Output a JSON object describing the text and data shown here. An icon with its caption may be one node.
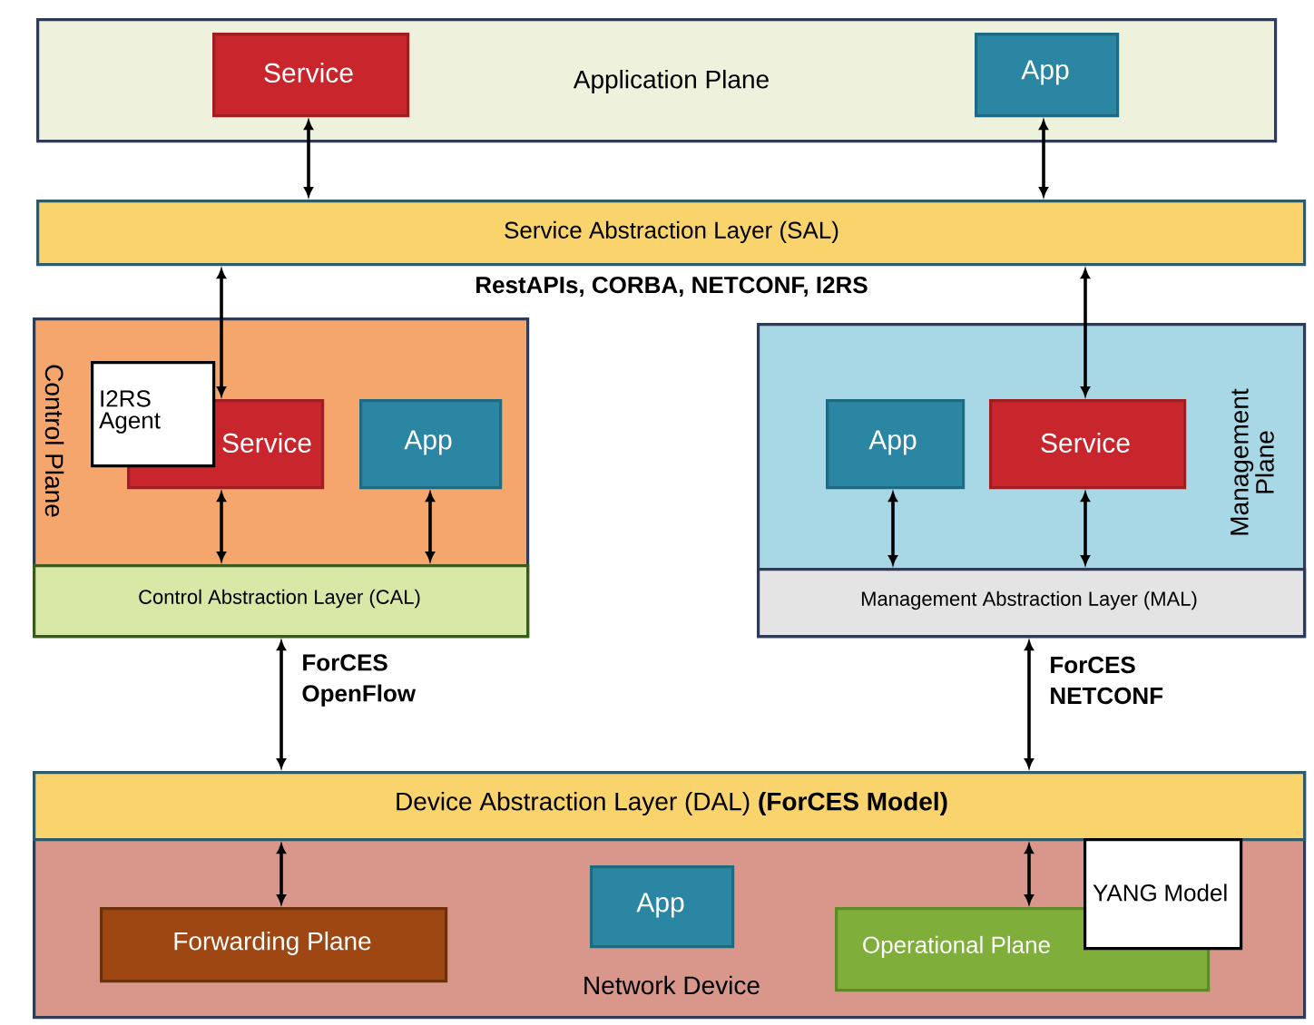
{
  "diagram": {
    "nodes": [
      {
        "text": [
          "Application Plane"
        ]
      },
      {
        "text": [
          "Service"
        ],
        "in": 0
      },
      {
        "text": [
          "App"
        ],
        "in": 0
      },
      {
        "text": [
          "Service Abstraction Layer (SAL)"
        ]
      },
      {
        "text": [
          "Control Plane"
        ]
      },
      {
        "text": [
          "I2RS Agent"
        ],
        "in": 4
      },
      {
        "text": [
          "Service"
        ],
        "in": 4
      },
      {
        "text": [
          "App"
        ],
        "in": 4
      },
      {
        "text": [
          "Control Abstraction Layer (CAL)"
        ],
        "in": 4
      },
      {
        "text": [
          "Management Plane"
        ]
      },
      {
        "text": [
          "App"
        ],
        "in": 9
      },
      {
        "text": [
          "Service"
        ],
        "in": 9
      },
      {
        "text": [
          "Management Abstraction Layer (MAL)"
        ],
        "in": 9
      },
      {
        "text": [
          "Network Device"
        ]
      },
      {
        "text": [
          "Device Abstraction Layer (DAL) **(ForCES Model)**"
        ],
        "in": 13
      },
      {
        "text": [
          "Forwarding Plane"
        ],
        "in": 13
      },
      {
        "text": [
          "App"
        ],
        "in": 13
      },
      {
        "text": [
          "Operational Plane"
        ],
        "in": 13
      },
      {
        "text": [
          "YANG Model"
        ],
        "in": 13
      }
    ],
    "edges": [
      {
        "from": 1,
        "to": 3,
        "arrow": "both"
      },
      {
        "from": 2,
        "to": 3,
        "arrow": "both"
      },
      {
        "from": 3,
        "to": 6,
        "arrow": "both"
      },
      {
        "from": 3,
        "to": 11,
        "arrow": "both"
      },
      {
        "from": 6,
        "to": 8,
        "arrow": "both"
      },
      {
        "from": 7,
        "to": 8,
        "arrow": "both"
      },
      {
        "from": 10,
        "to": 12,
        "arrow": "both"
      },
      {
        "from": 11,
        "to": 12,
        "arrow": "both"
      },
      {
        "from": 8,
        "to": 14,
        "arrow": "both",
        "label": "ForCES OpenFlow"
      },
      {
        "from": 12,
        "to": 14,
        "arrow": "both",
        "label": "ForCES NETCONF"
      },
      {
        "from": 14,
        "to": 15,
        "arrow": "both"
      },
      {
        "from": 14,
        "to": 17,
        "arrow": "both"
      }
    ],
    "labels": [
      "RestAPIs, CORBA, NETCONF, I2RS"
    ]
  }
}
